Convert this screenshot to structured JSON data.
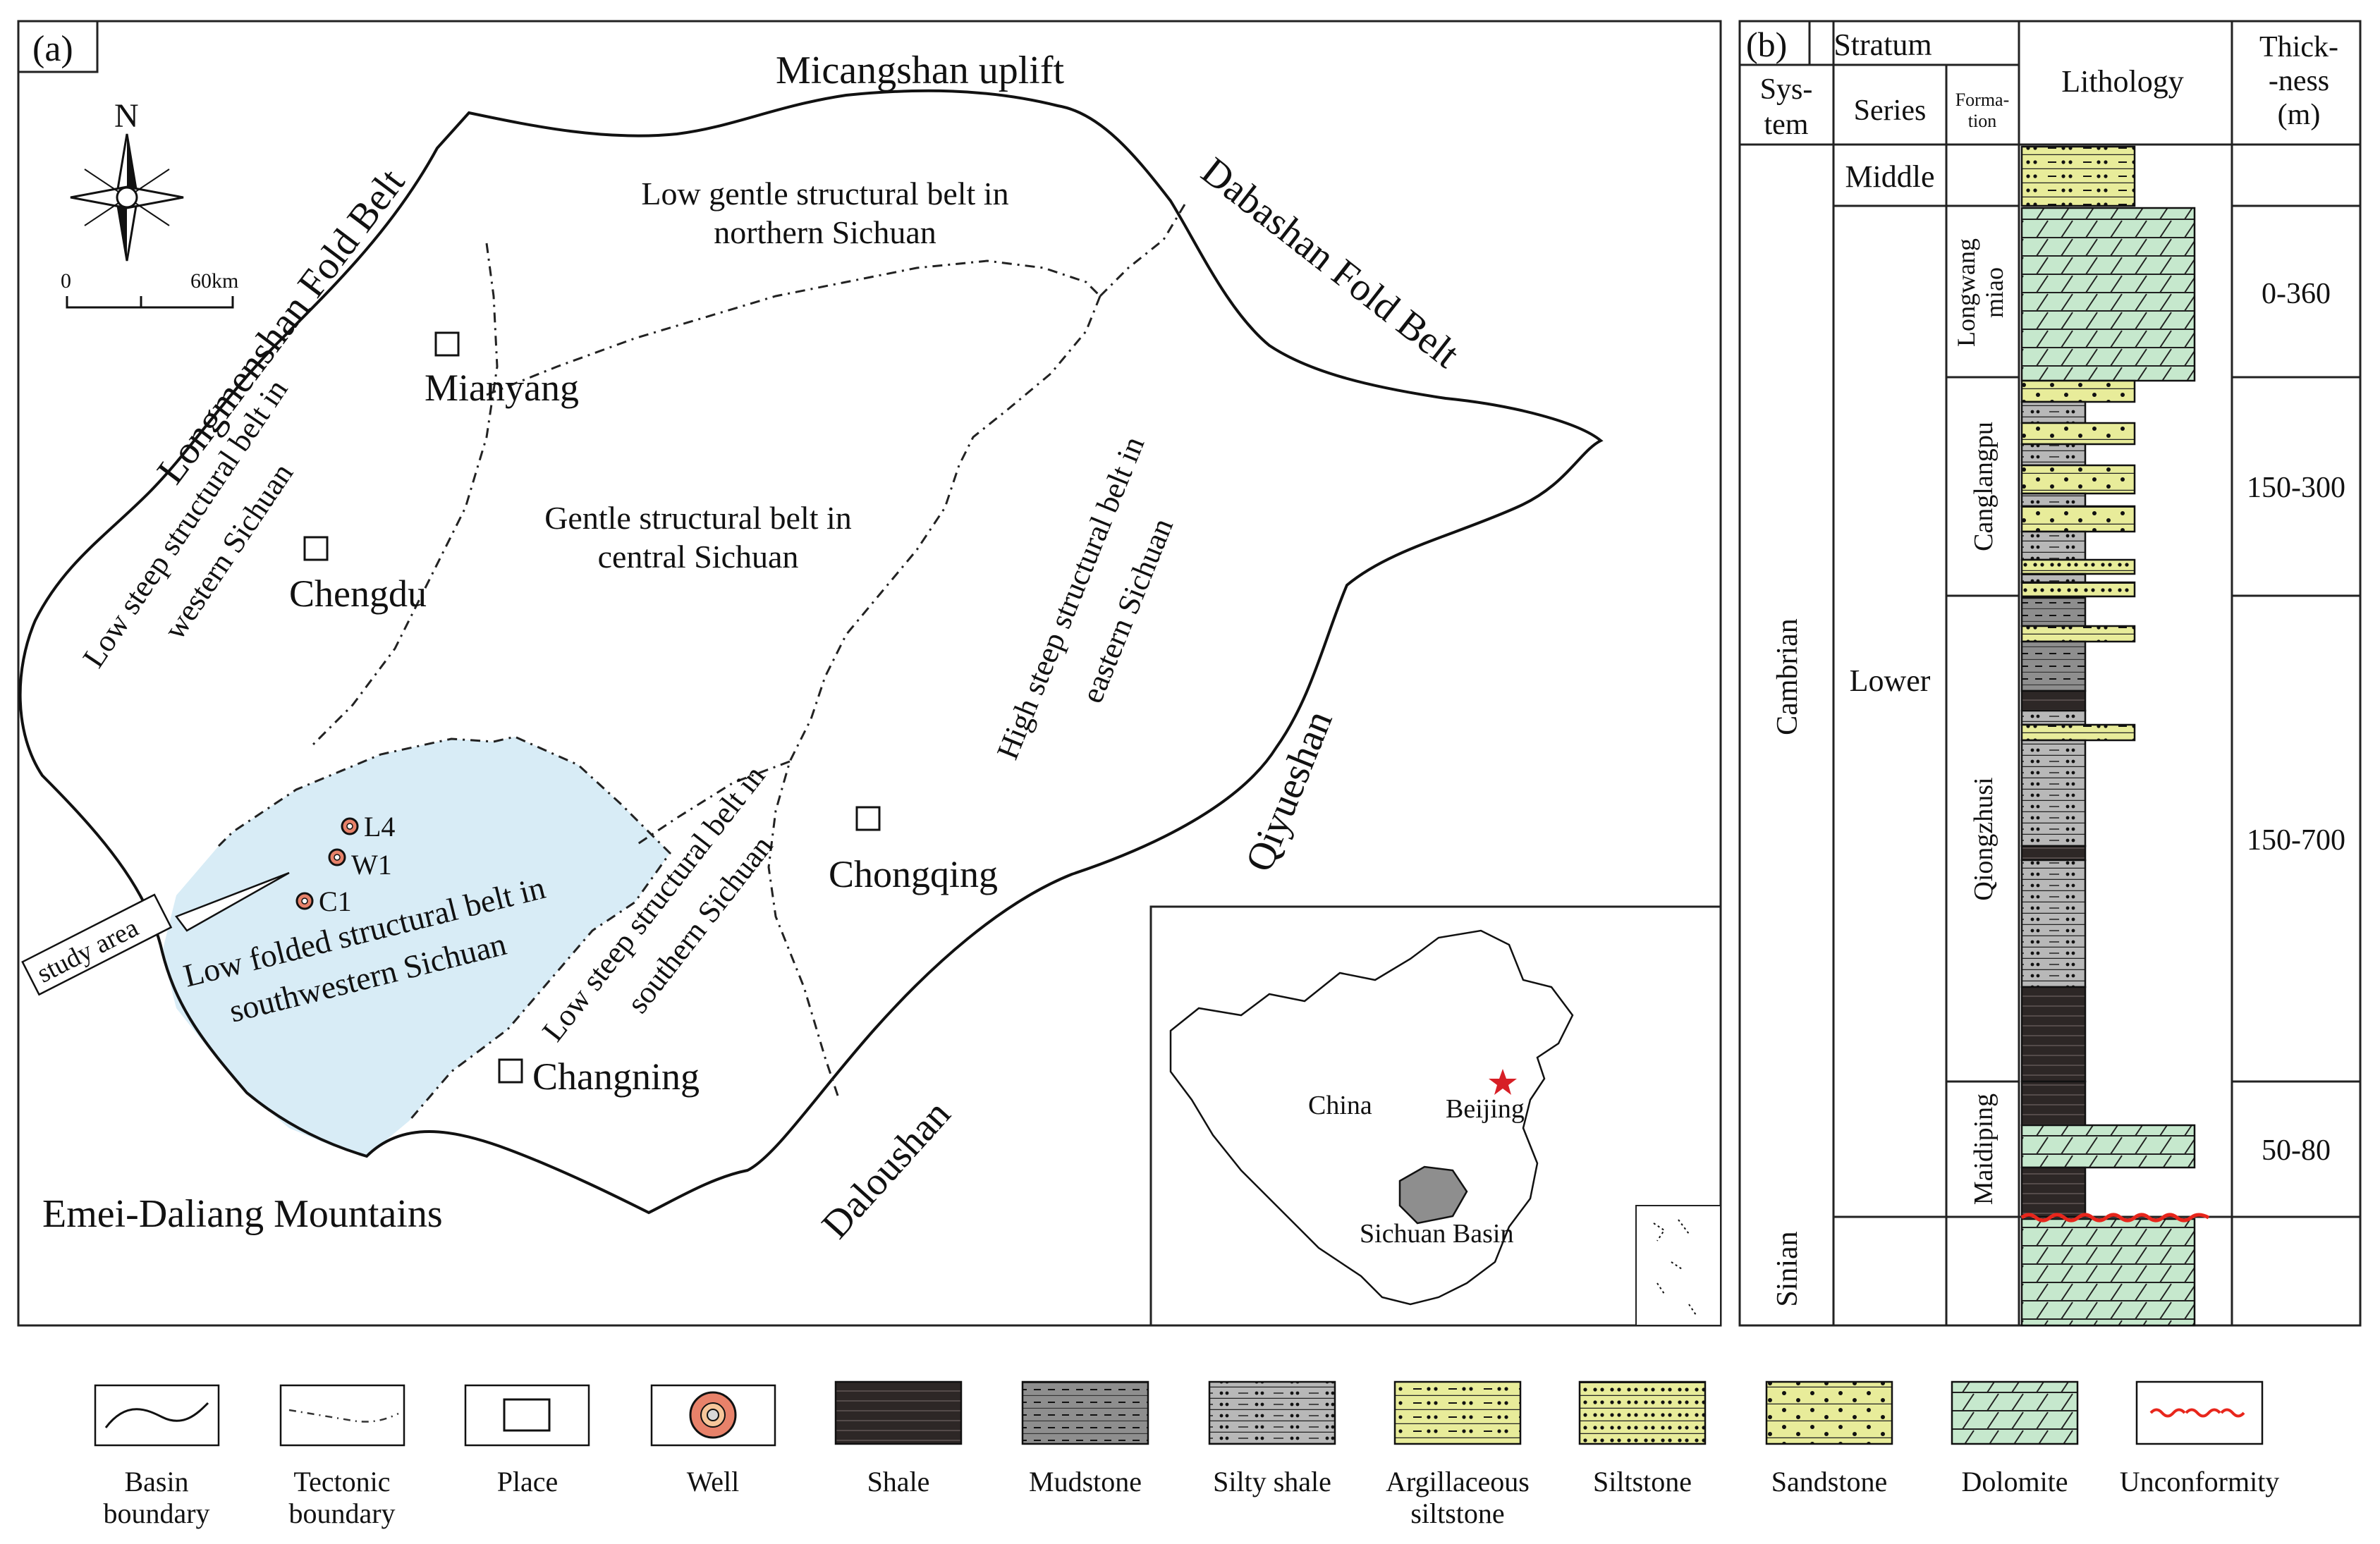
{
  "panel_a": {
    "label": "(a)",
    "uplift": "Micangshan uplift",
    "fold_belts": {
      "longmenshan": "Longmenshan Fold Belt",
      "dabashan": "Dabashan Fold Belt",
      "qiyueshan": "Qiyueshan",
      "daloushan": "Daloushan",
      "emei": "Emei-Daliang Mountains"
    },
    "belts": {
      "north_l1": "Low gentle structural belt in",
      "north_l2": "northern Sichuan",
      "west_l1": "Low steep structural belt in",
      "west_l2": "western Sichuan",
      "central_l1": "Gentle structural belt in",
      "central_l2": "central Sichuan",
      "east_l1": "High steep structural belt in",
      "east_l2": "eastern Sichuan",
      "south_l1": "Low steep structural belt in",
      "south_l2": "southern Sichuan",
      "sw_l1": "Low folded structural belt in",
      "sw_l2": "southwestern Sichuan"
    },
    "places": [
      "Mianyang",
      "Chengdu",
      "Chongqing",
      "Changning"
    ],
    "wells": [
      "L4",
      "W1",
      "C1"
    ],
    "study_area": "study  area",
    "compass": {
      "north": "N",
      "scale_start": "0",
      "scale_end": "60km"
    },
    "inset": {
      "country": "China",
      "capital": "Beijing",
      "basin": "Sichuan Basin"
    }
  },
  "panel_b": {
    "label": "(b)",
    "headers": {
      "stratum": "Stratum",
      "system": [
        "Sys-",
        "tem"
      ],
      "series": "Series",
      "formation": [
        "Forma-",
        "tion"
      ],
      "lithology": "Lithology",
      "thickness": [
        "Thick-",
        "-ness",
        "(m)"
      ]
    },
    "systems": [
      "Cambrian",
      "Sinian"
    ],
    "series": [
      "Middle",
      "Lower"
    ],
    "formations": [
      {
        "name": "Longwang",
        "name2": "miao",
        "thickness": "0-360"
      },
      {
        "name": "Canglangpu",
        "name2": "",
        "thickness": "150-300"
      },
      {
        "name": "Qiongzhusi",
        "name2": "",
        "thickness": "150-700"
      },
      {
        "name": "Maidiping",
        "name2": "",
        "thickness": "50-80"
      }
    ]
  },
  "legend": [
    {
      "label1": "Basin",
      "label2": "boundary",
      "icon": "basin-boundary"
    },
    {
      "label1": "Tectonic",
      "label2": "boundary",
      "icon": "tectonic-boundary"
    },
    {
      "label1": "Place",
      "label2": "",
      "icon": "place"
    },
    {
      "label1": "Well",
      "label2": "",
      "icon": "well"
    },
    {
      "label1": "Shale",
      "label2": "",
      "icon": "shale"
    },
    {
      "label1": "Mudstone",
      "label2": "",
      "icon": "mudstone"
    },
    {
      "label1": "Silty shale",
      "label2": "",
      "icon": "silty-shale"
    },
    {
      "label1": "Argillaceous",
      "label2": "siltstone",
      "icon": "argillaceous-siltstone"
    },
    {
      "label1": "Siltstone",
      "label2": "",
      "icon": "siltstone"
    },
    {
      "label1": "Sandstone",
      "label2": "",
      "icon": "sandstone"
    },
    {
      "label1": "Dolomite",
      "label2": "",
      "icon": "dolomite"
    },
    {
      "label1": "Unconformity",
      "label2": "",
      "icon": "unconformity"
    }
  ],
  "colors": {
    "study_area_fill": "#d8ecf6",
    "yellow": "#e8ec9a",
    "green": "#c6e8cd",
    "shale": "#2d2726",
    "mudstone": "#8e8e8e",
    "silty": "#b8b8b8",
    "well": "#e8826a",
    "unconformity": "#e8261c",
    "star": "#d71f26"
  }
}
